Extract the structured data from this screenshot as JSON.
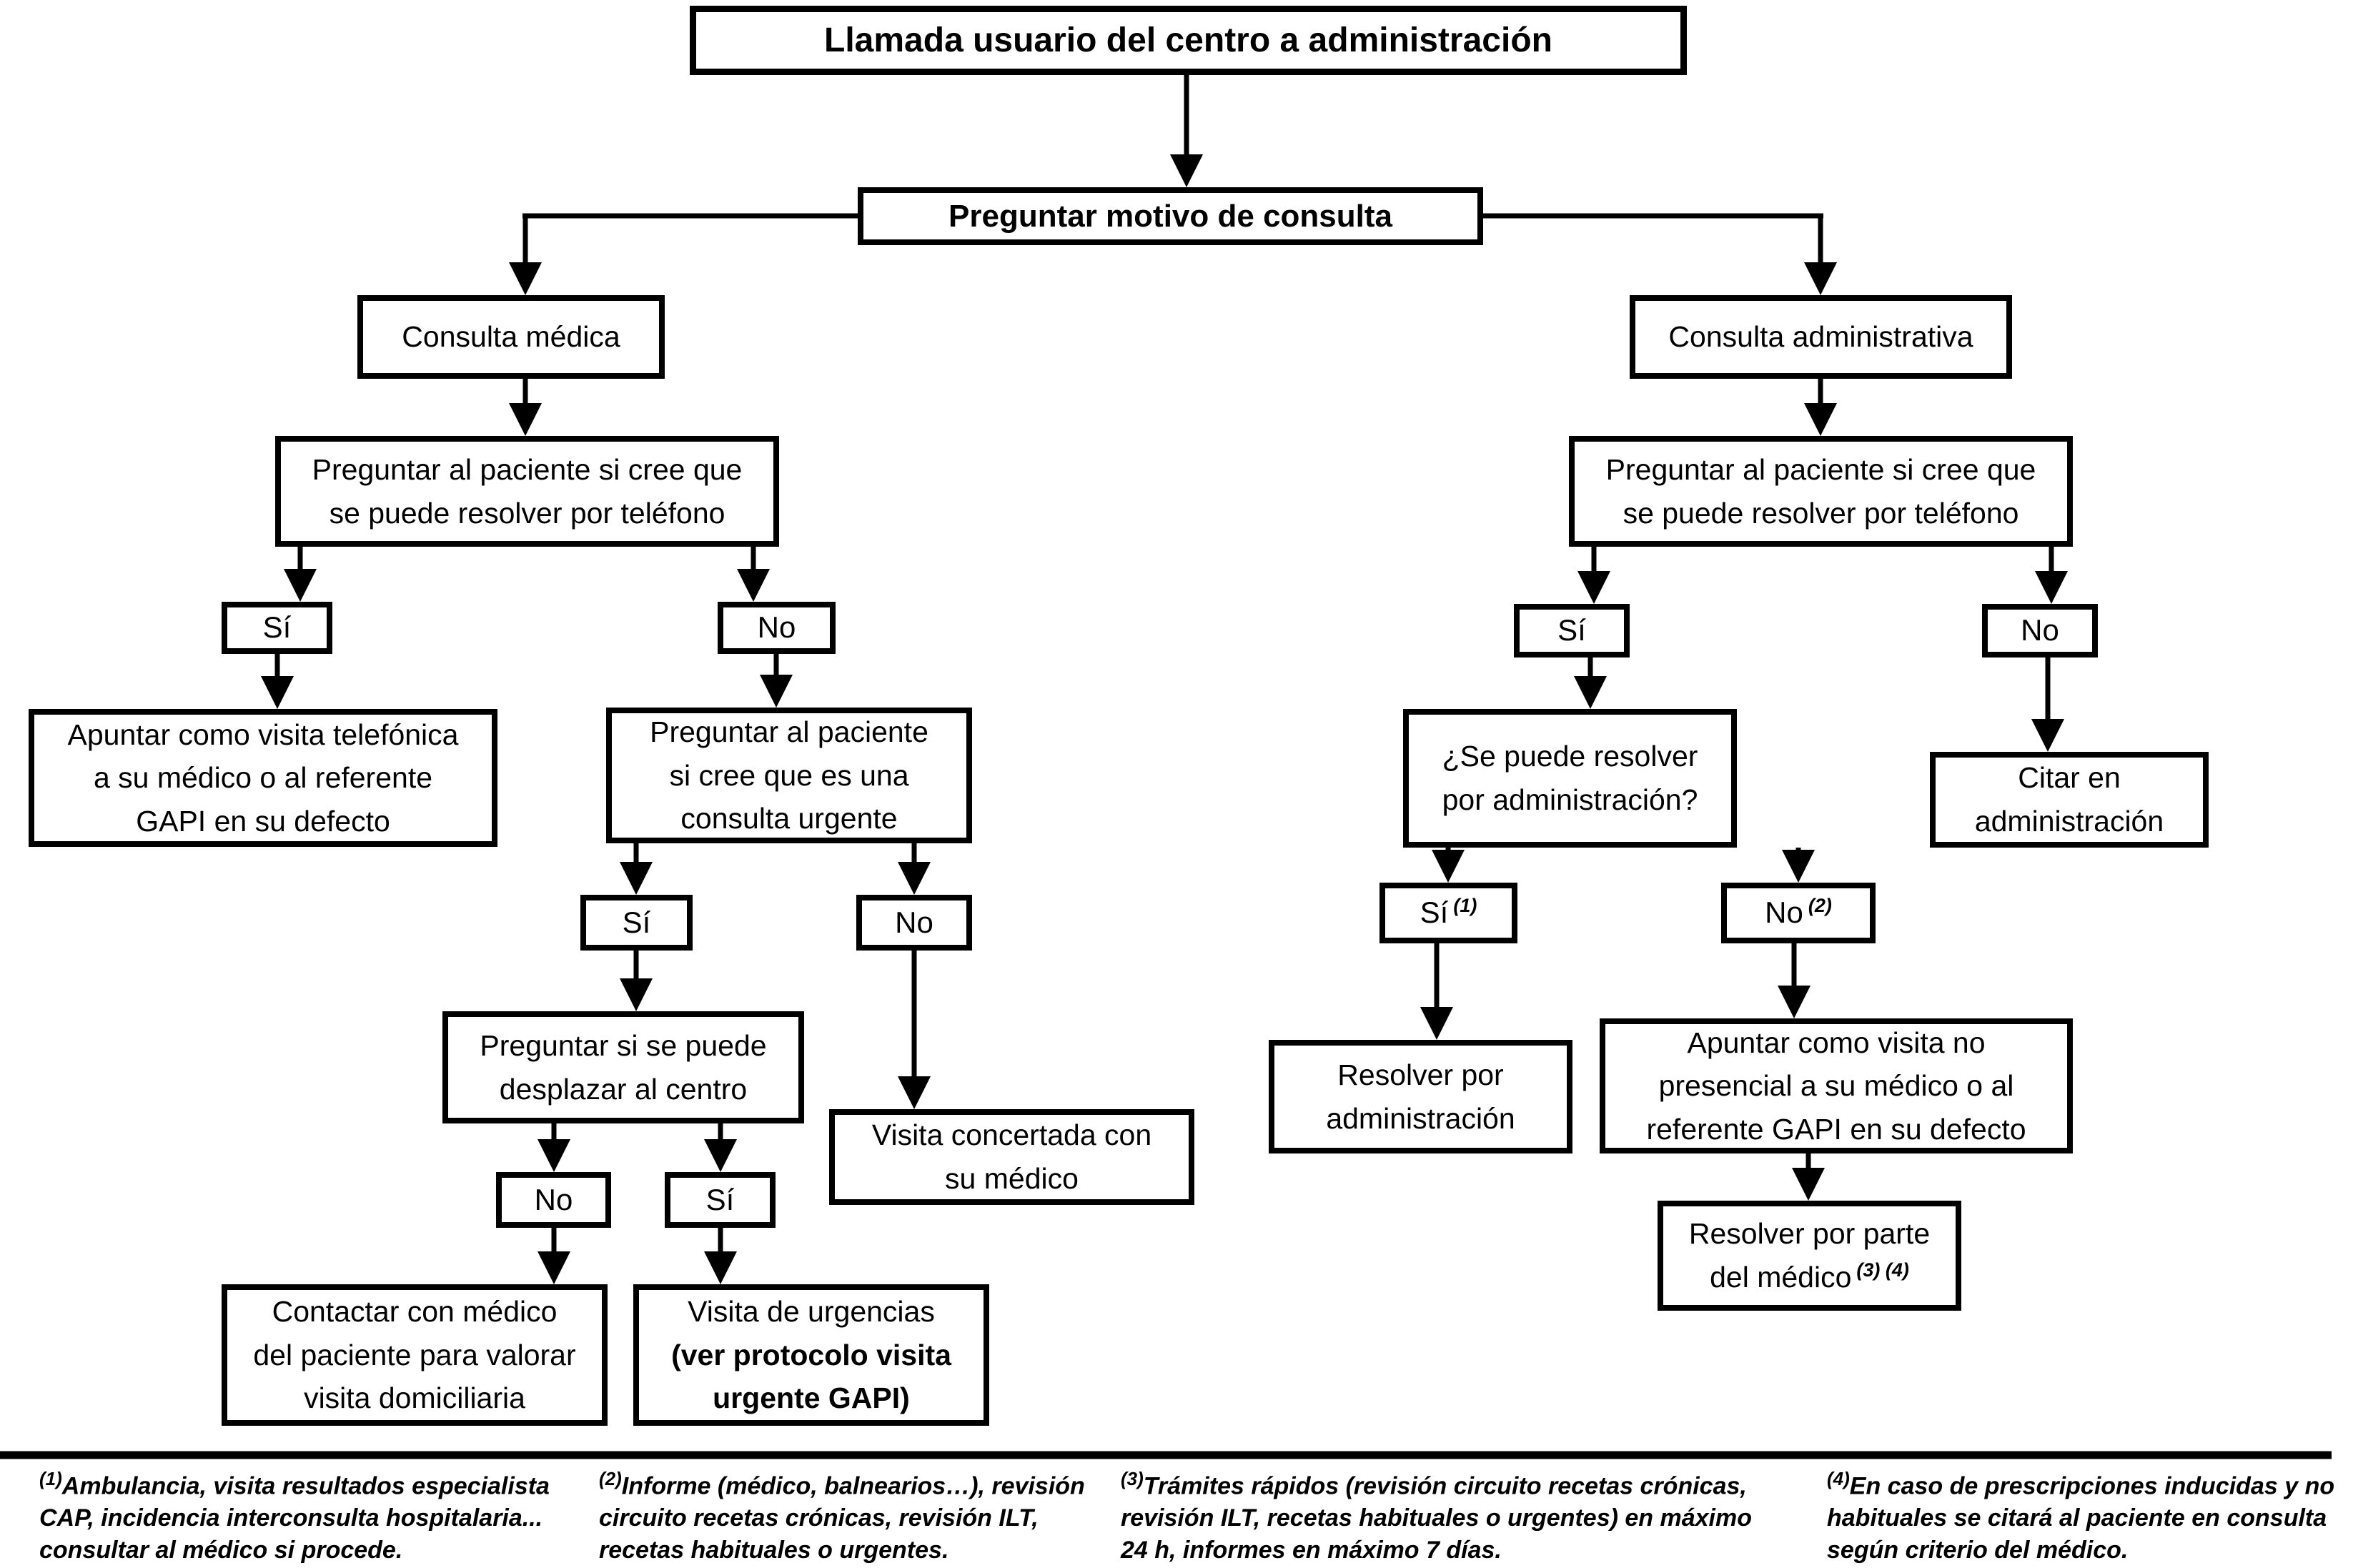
{
  "diagram": {
    "colors": {
      "ink": "#000000",
      "background": "#ffffff"
    },
    "nodes": {
      "title": {
        "label": "Llamada usuario del centro a administración"
      },
      "motivo": {
        "label": "Preguntar motivo de consulta"
      },
      "consulta_medica": {
        "label": "Consulta médica"
      },
      "consulta_administrativa": {
        "label": "Consulta administrativa"
      },
      "preguntar_telefono_medica": {
        "label": "Preguntar al paciente si cree que\nse puede resolver por teléfono"
      },
      "preguntar_telefono_admin": {
        "label": "Preguntar al paciente si cree que\nse puede resolver por teléfono"
      },
      "si_telefono_medica": {
        "label": "Sí"
      },
      "no_telefono_medica": {
        "label": "No"
      },
      "si_telefono_admin": {
        "label": "Sí"
      },
      "no_telefono_admin": {
        "label": "No"
      },
      "apuntar_visita_telefonica": {
        "label": "Apuntar como visita telefónica\na su médico o al referente\nGAPI en su defecto"
      },
      "preguntar_urgente": {
        "label": "Preguntar al paciente\nsi cree que es una\nconsulta urgente"
      },
      "si_urgente": {
        "label": "Sí"
      },
      "no_urgente": {
        "label": "No"
      },
      "preguntar_desplazar": {
        "label": "Preguntar si se puede\ndesplazar al centro"
      },
      "visita_concertada": {
        "label": "Visita concertada con\nsu médico"
      },
      "no_desplazar": {
        "label": "No"
      },
      "si_desplazar": {
        "label": "Sí"
      },
      "contactar_medico": {
        "label": "Contactar con médico\ndel paciente para valorar\nvisita domiciliaria"
      },
      "visita_urgencias": {
        "label": "Visita de urgencias\n",
        "label_bold": "(ver protocolo visita\nurgente GAPI)"
      },
      "resolver_administracion_q": {
        "label": "¿Se puede resolver\npor administración?"
      },
      "citar_administracion": {
        "label": "Citar en\nadministración"
      },
      "si_admin": {
        "label": "Sí",
        "sup": "(1)"
      },
      "no_admin": {
        "label": "No",
        "sup": "(2)"
      },
      "resolver_por_administracion": {
        "label": "Resolver por\nadministración"
      },
      "apuntar_no_presencial": {
        "label": "Apuntar como visita no\npresencial a su médico o al\nreferente GAPI en su defecto"
      },
      "resolver_por_medico": {
        "label": "Resolver por parte\ndel médico",
        "sup": "(3) (4)"
      }
    },
    "footnotes": [
      {
        "sup": "(1)",
        "text": "Ambulancia, visita resultados especialista\nCAP, incidencia interconsulta hospitalaria...\nconsultar al médico si procede."
      },
      {
        "sup": "(2)",
        "text": "Informe (médico, balnearios…), revisión\ncircuito recetas crónicas, revisión ILT,\nrecetas habituales o urgentes."
      },
      {
        "sup": "(3)",
        "text": "Trámites rápidos (revisión circuito recetas crónicas,\nrevisión ILT, recetas habituales o urgentes) en máximo\n24 h, informes en máximo 7 días."
      },
      {
        "sup": "(4)",
        "text": "En caso de prescripciones inducidas y no\nhabituales se citará al paciente en consulta\nsegún criterio del médico."
      }
    ]
  }
}
